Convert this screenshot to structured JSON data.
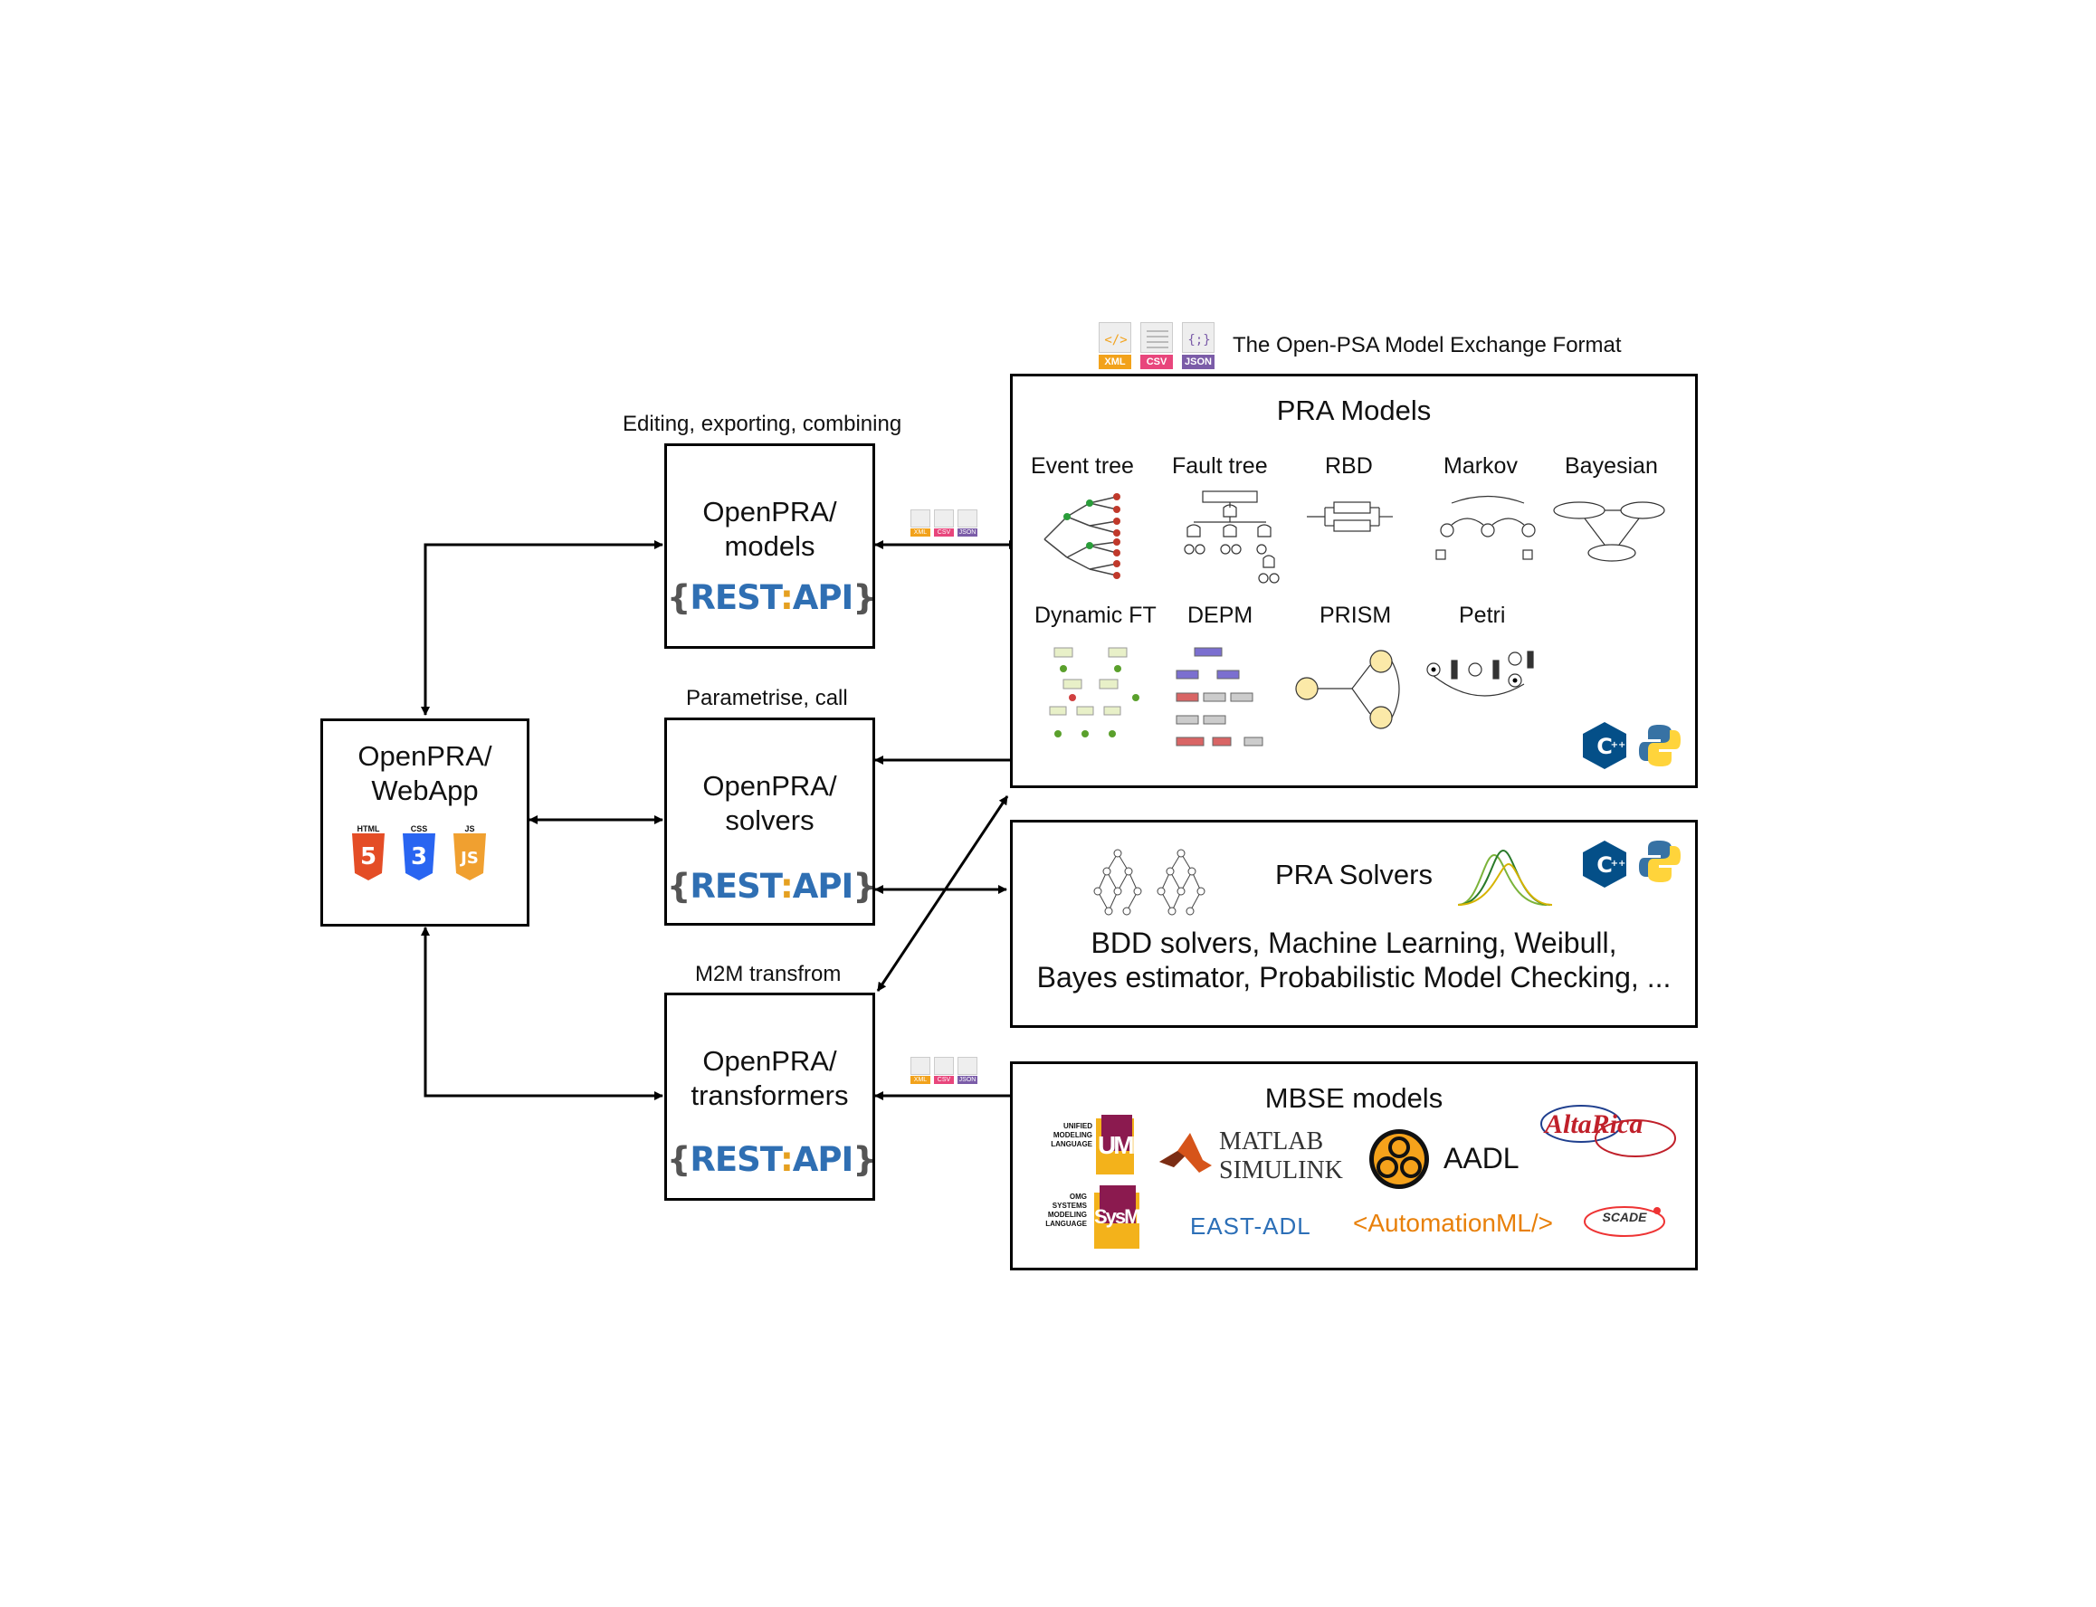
{
  "format_header": {
    "title": "The Open-PSA Model Exchange Format",
    "icons": [
      {
        "name": "xml-file-icon",
        "label": "XML",
        "color": "#f2a21b"
      },
      {
        "name": "csv-file-icon",
        "label": "CSV",
        "color": "#e8467c"
      },
      {
        "name": "json-file-icon",
        "label": "JSON",
        "color": "#7b5ca8"
      }
    ]
  },
  "captions": {
    "models": "Editing, exporting, combining",
    "solvers": "Parametrise, call",
    "transformers": "M2M transfrom"
  },
  "nodes": {
    "webapp": {
      "line1": "OpenPRA/",
      "line2": "WebApp",
      "badges": [
        "HTML",
        "CSS",
        "JS"
      ],
      "badge_nums": [
        "5",
        "3",
        "JS"
      ]
    },
    "models": {
      "line1": "OpenPRA/",
      "line2": "models"
    },
    "solvers": {
      "line1": "OpenPRA/",
      "line2": "solvers"
    },
    "transformers": {
      "line1": "OpenPRA/",
      "line2": "transformers"
    }
  },
  "rest_api": {
    "open": "{",
    "rest": "REST",
    "colon": ":",
    "api": "API",
    "close": "}"
  },
  "pra_models": {
    "title": "PRA Models",
    "row1": [
      "Event tree",
      "Fault tree",
      "RBD",
      "Markov",
      "Bayesian"
    ],
    "row2": [
      "Dynamic FT",
      "DEPM",
      "PRISM",
      "Petri"
    ]
  },
  "pra_solvers": {
    "title": "PRA Solvers",
    "line1": "BDD solvers, Machine Learning, Weibull,",
    "line2": "Bayes estimator, Probabilistic Model Checking, ..."
  },
  "mbse": {
    "title": "MBSE models",
    "logos": {
      "uml": "UML",
      "uml_small": [
        "UNIFIED",
        "MODELING",
        "LANGUAGE"
      ],
      "sysml": "SysML",
      "sysml_small": [
        "OMG",
        "SYSTEMS",
        "MODELING",
        "LANGUAGE"
      ],
      "matlab": "MATLAB",
      "simulink": "SIMULINK",
      "aadl": "AADL",
      "altarica": "AltaRica",
      "east_adl": "EAST-ADL",
      "automationml": "<AutomationML/>",
      "scade": "SCADE"
    }
  },
  "colors": {
    "rest_blue": "#2f6fb3",
    "rest_orange": "#e5a020",
    "html": "#e44d26",
    "css": "#2965f1",
    "js": "#f0a030"
  }
}
